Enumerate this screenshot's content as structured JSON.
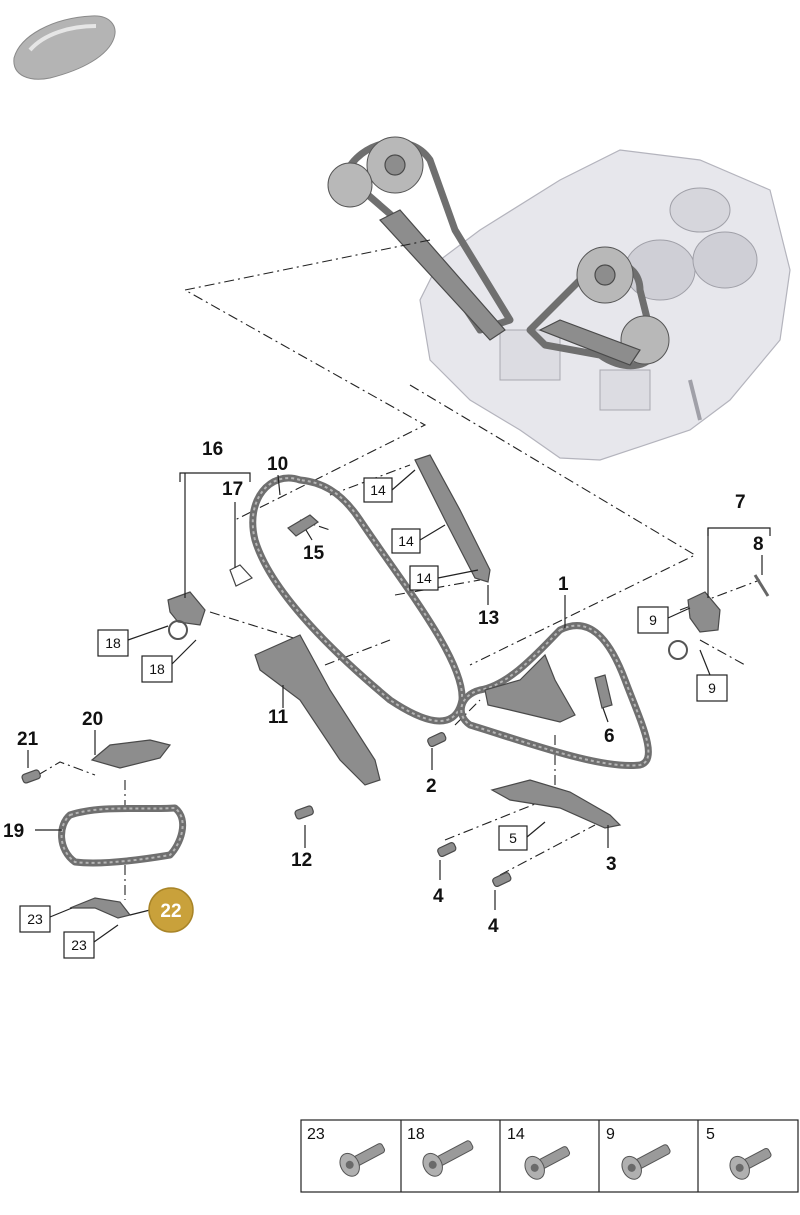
{
  "callouts": [
    "1",
    "2",
    "3",
    "4",
    "4",
    "6",
    "7",
    "8",
    "10",
    "11",
    "12",
    "13",
    "15",
    "16",
    "17",
    "19",
    "20",
    "21"
  ],
  "boxed_callouts": [
    "14",
    "14",
    "14",
    "18",
    "18",
    "9",
    "9",
    "5",
    "23",
    "23"
  ],
  "highlight": {
    "label": "22",
    "color": "#c9a13b"
  },
  "legend": [
    {
      "label": "23",
      "icon": "bolt-icon"
    },
    {
      "label": "18",
      "icon": "bolt-icon"
    },
    {
      "label": "14",
      "icon": "bolt-icon"
    },
    {
      "label": "9",
      "icon": "bolt-icon"
    },
    {
      "label": "5",
      "icon": "bolt-icon"
    }
  ],
  "colors": {
    "part": "#8d8d8d",
    "engine": "#e7e7ec",
    "highlight": "#c9a13b"
  }
}
